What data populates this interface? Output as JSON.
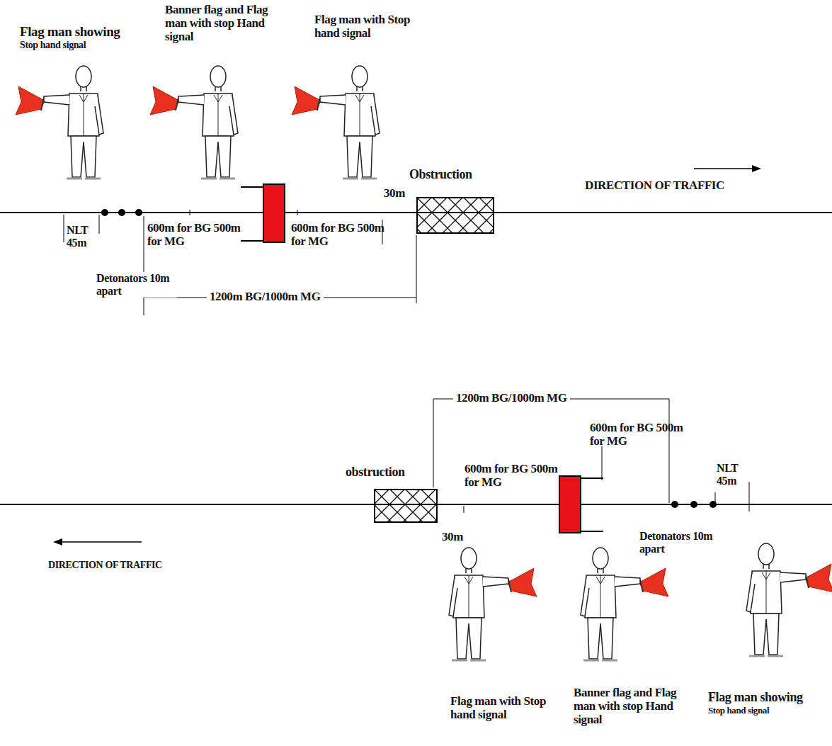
{
  "diagram": {
    "nodes": [
      {
        "text": [
          "Obstruction"
        ]
      },
      {
        "text": [
          "obstruction"
        ]
      }
    ],
    "labels": [
      "Flag man showing",
      "Stop hand signal",
      "Banner flag and Flag man with stop Hand signal",
      "Flag man with Stop hand signal",
      "30m",
      "DIRECTION OF TRAFFIC",
      "NLT 45m",
      "600m for BG 500m for MG",
      "600m for BG 500m for MG",
      "Detonators 10m apart",
      "1200m BG/1000m MG",
      "1200m BG/1000m MG",
      "600m for BG 500m for MG",
      "600m for BG 500m for MG",
      "NLT 45m",
      "DIRECTION OF TRAFFIC",
      "30m",
      "Detonators 10m apart",
      "Flag man with Stop hand signal",
      "Banner flag and Flag man with stop Hand signal",
      "Flag man showing",
      "Stop hand signal"
    ]
  }
}
